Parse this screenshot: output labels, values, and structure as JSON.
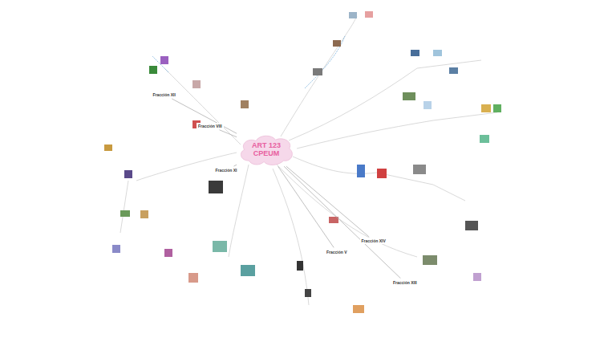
{
  "diagram": {
    "nodes": [
      {
        "text": [
          "ART 123 CPEUM"
        ]
      },
      {
        "text": [
          "Fracción XI"
        ]
      },
      {
        "text": [
          "Fracción XIV"
        ]
      },
      {
        "text": [
          "Fracción V"
        ]
      },
      {
        "text": [
          "Fracción XIII"
        ]
      },
      {
        "text": [
          "Fracción VIII"
        ]
      },
      {
        "text": [
          "Fracción XII"
        ]
      }
    ],
    "edges": [
      {
        "from": 0,
        "to": 1,
        "arrow": "none"
      },
      {
        "from": 0,
        "to": 2,
        "arrow": "none"
      },
      {
        "from": 0,
        "to": 3,
        "arrow": "none"
      },
      {
        "from": 0,
        "to": 4,
        "arrow": "none"
      },
      {
        "from": 0,
        "to": 5,
        "arrow": "none"
      },
      {
        "from": 0,
        "to": 6,
        "arrow": "none"
      }
    ]
  }
}
